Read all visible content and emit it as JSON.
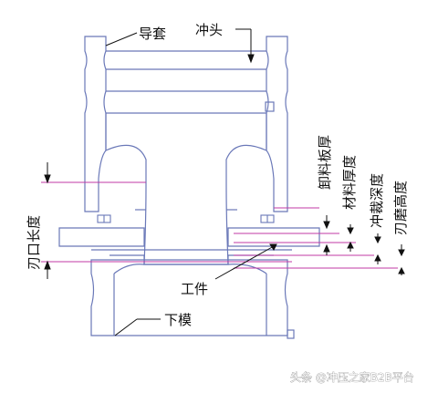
{
  "colors": {
    "outline": "#6a78b8",
    "dim": "#c03aa6",
    "leader": "#111111",
    "centerline": "#9aa0c8"
  },
  "labels": {
    "guide_sleeve": "导套",
    "punch": "冲头",
    "stripper_thickness": "卸料板厚",
    "material_thickness": "材料厚度",
    "punch_depth": "冲裁深度",
    "edge_length": "刃口长度",
    "grind_height": "刃磨高度",
    "workpiece": "工件",
    "lower_die": "下模"
  },
  "watermark": {
    "text": "头条 @冲压之家B2B平台"
  }
}
